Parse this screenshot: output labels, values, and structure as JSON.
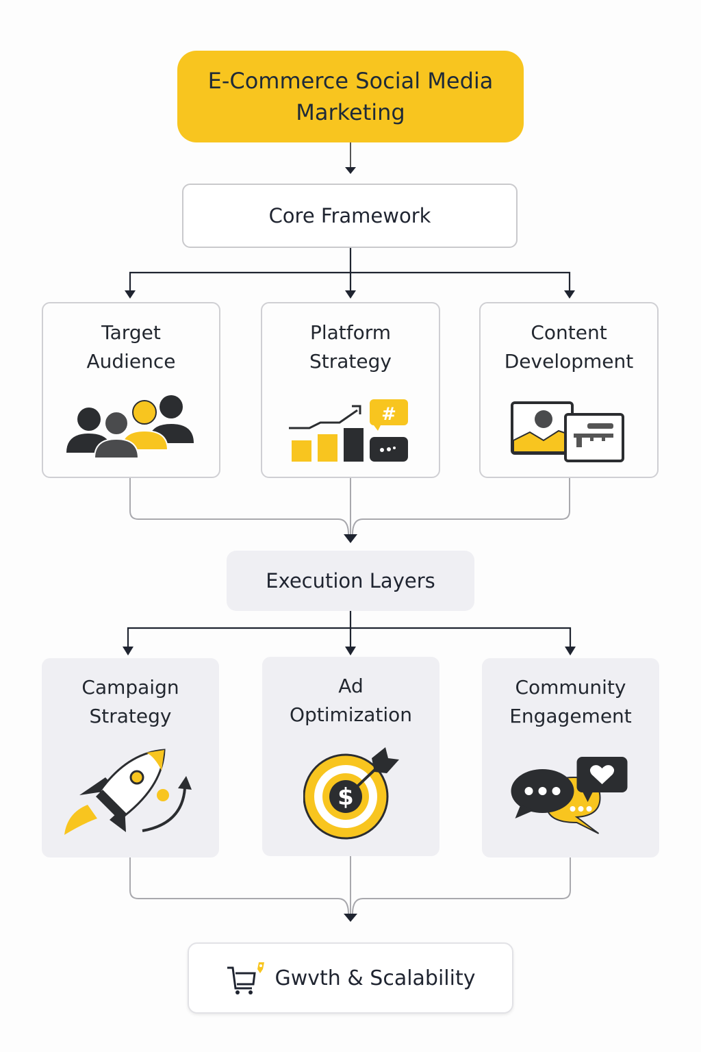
{
  "diagram": {
    "title": "E-Commerce Social Media\nMarketing",
    "core": {
      "label": "Core Framework"
    },
    "core_children": [
      {
        "label": "Target\nAudience",
        "icon": "audience-group-icon"
      },
      {
        "label": "Platform\nStrategy",
        "icon": "growth-chart-hashtag-icon"
      },
      {
        "label": "Content\nDevelopment",
        "icon": "image-content-icon"
      }
    ],
    "execution": {
      "label": "Execution Layers"
    },
    "execution_children": [
      {
        "label": "Campaign\nStrategy",
        "icon": "rocket-icon"
      },
      {
        "label": "Ad\nOptimization",
        "icon": "target-dollar-icon"
      },
      {
        "label": "Community\nEngagement",
        "icon": "chat-bubbles-heart-icon"
      }
    ],
    "outcome": {
      "label": "Gwvth & Scalability",
      "icon": "shopping-cart-icon"
    },
    "colors": {
      "accent": "#f8c51f",
      "dark": "#2b2d30",
      "connector_dark": "#1f2430",
      "connector_light": "#a8a8ad",
      "card_grey": "#efeff3"
    }
  }
}
